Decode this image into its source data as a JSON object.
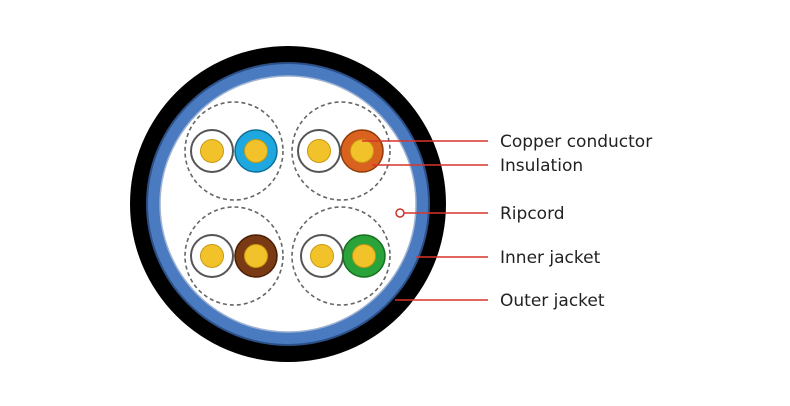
{
  "colors": {
    "outer_jacket": "#000000",
    "inner_jacket": "#4a7bc0",
    "inner_jacket_edge": "#2b4f86",
    "core": "#ffffff",
    "dash": "#666666",
    "copper": "#f2c22a",
    "copper_edge": "#c89a10",
    "leader_line": "#d9342b",
    "pairs": {
      "top_left": "#1fa8e0",
      "top_right": "#d9621e",
      "bottom_left": "#7a3a14",
      "bottom_right": "#2aa33a"
    }
  },
  "labels": {
    "copper_conductor": "Copper conductor",
    "insulation": "Insulation",
    "ripcord": "Ripcord",
    "inner_jacket": "Inner jacket",
    "outer_jacket": "Outer jacket"
  }
}
